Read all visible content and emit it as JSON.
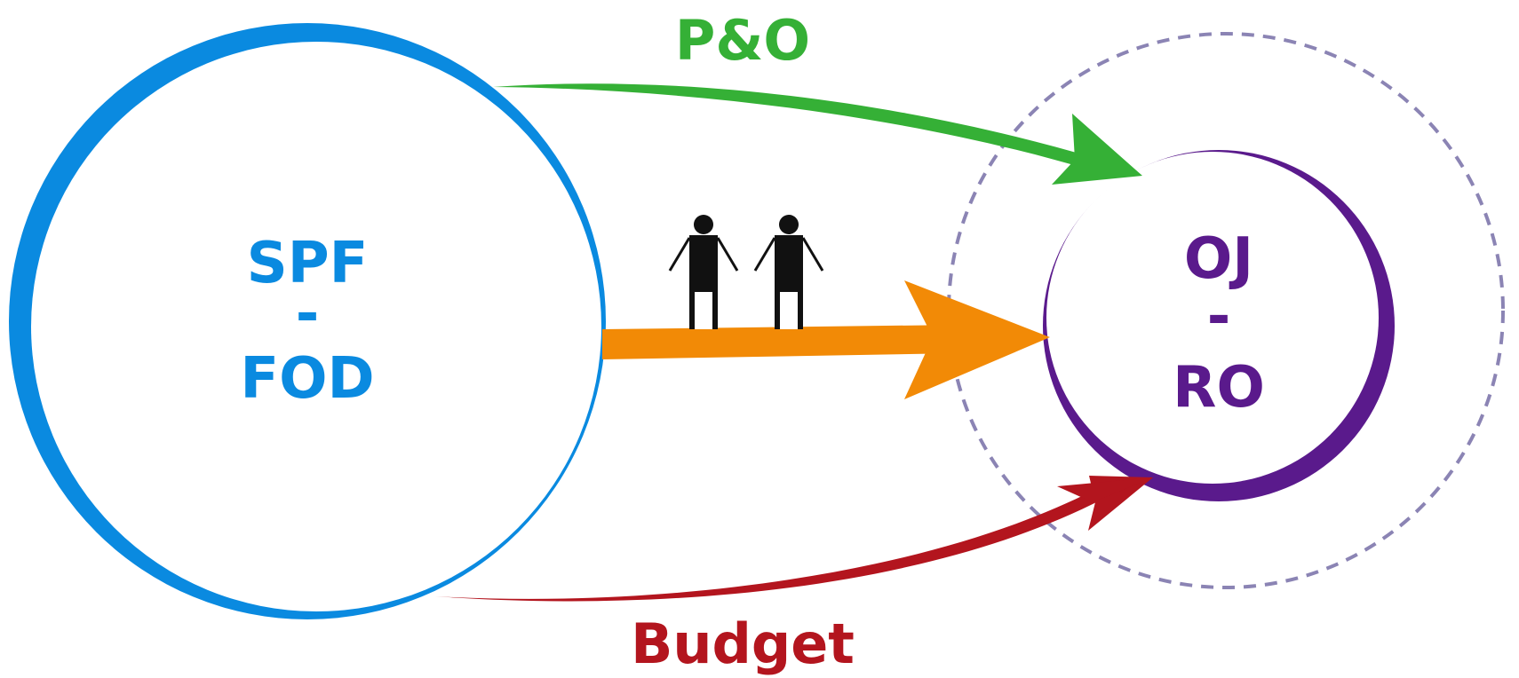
{
  "left_node": {
    "line1": "SPF",
    "line2": "-",
    "line3": "FOD"
  },
  "right_node": {
    "line1": "OJ",
    "line2": "-",
    "line3": "RO"
  },
  "arrows": {
    "top_label": "P&O",
    "bottom_label": "Budget"
  },
  "colors": {
    "left_circle": "#0a8ae0",
    "left_inner_dashed": "#a9d4f2",
    "right_circle": "#5a1a8c",
    "right_outer_dashed": "#8b84b4",
    "top_arrow": "#35b036",
    "middle_arrow": "#f28a06",
    "bottom_arrow": "#b3151e",
    "people": "#111111"
  },
  "icons": [
    "person-icon",
    "person-icon"
  ]
}
